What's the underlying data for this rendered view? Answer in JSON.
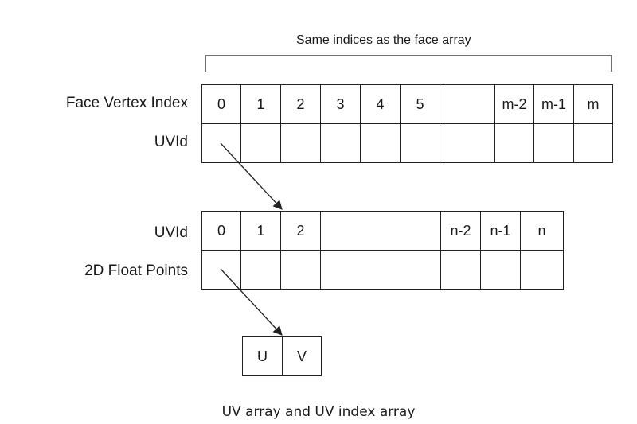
{
  "header": {
    "span_label": "Same indices as the face array"
  },
  "face_table": {
    "row_labels": [
      "Face Vertex Index",
      "UVId"
    ],
    "indices": [
      "0",
      "1",
      "2",
      "3",
      "4",
      "5",
      "",
      "m-2",
      "m-1",
      "m"
    ]
  },
  "uv_table": {
    "row_labels": [
      "UVId",
      "2D Float Points"
    ],
    "indices": [
      "0",
      "1",
      "2",
      "",
      "n-2",
      "n-1",
      "n"
    ]
  },
  "point_table": {
    "components": [
      "U",
      "V"
    ]
  },
  "caption": "UV array and UV index array",
  "colors": {
    "stroke": "#222222",
    "text": "#1a1a1a",
    "background": "#ffffff"
  }
}
